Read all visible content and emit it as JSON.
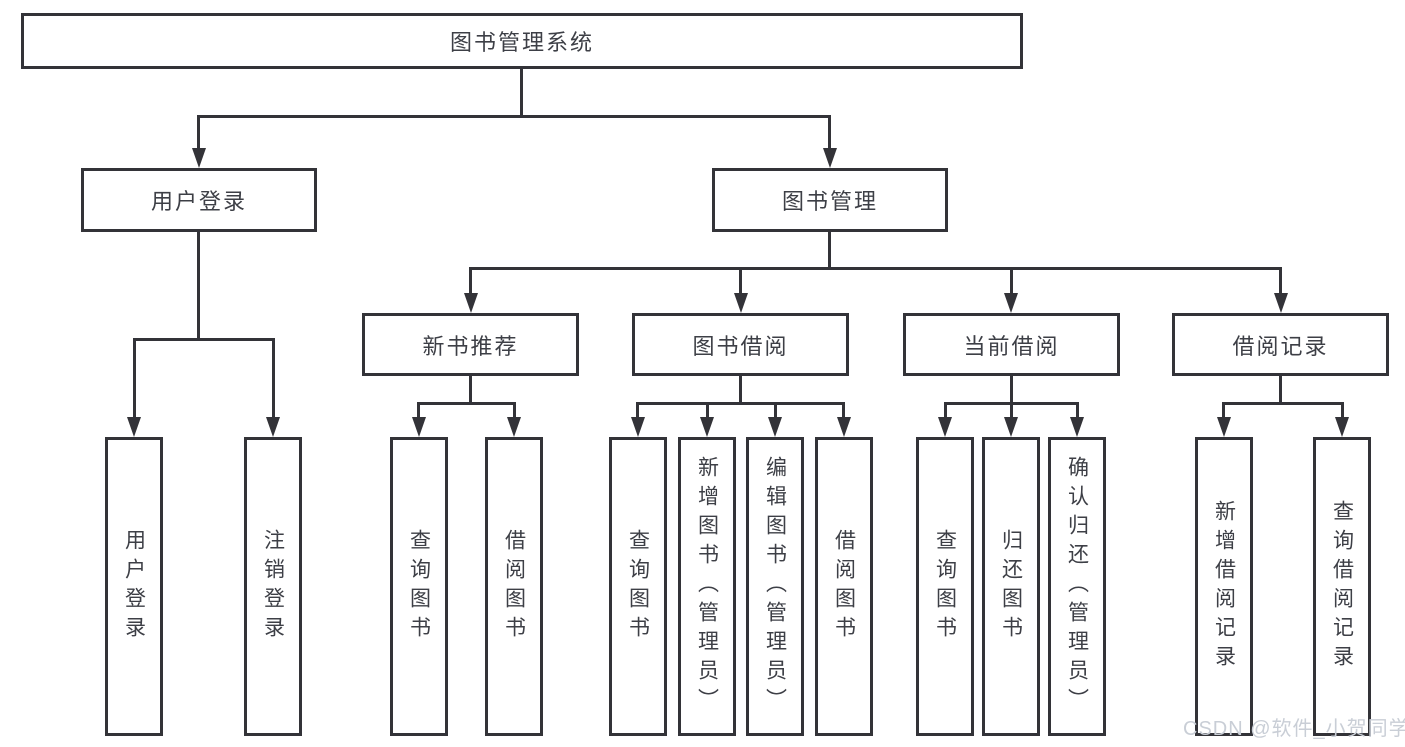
{
  "diagram": {
    "root": {
      "label": "图书管理系统"
    },
    "level2": {
      "user_login": {
        "label": "用户登录"
      },
      "book_management": {
        "label": "图书管理"
      }
    },
    "level3": {
      "new_book_rec": {
        "label": "新书推荐"
      },
      "book_borrow": {
        "label": "图书借阅"
      },
      "current_borrow": {
        "label": "当前借阅"
      },
      "borrow_records": {
        "label": "借阅记录"
      }
    },
    "leaves": {
      "user_login_login": "用户登录",
      "user_login_logout": "注销登录",
      "rec_query_books": "查询图书",
      "rec_borrow_books": "借阅图书",
      "borrow_query_books": "查询图书",
      "borrow_add_books": "新增图书（管理员）",
      "borrow_edit_books": "编辑图书（管理员）",
      "borrow_borrow_books": "借阅图书",
      "current_query_books": "查询图书",
      "current_return_books": "归还图书",
      "current_confirm_return": "确认归还（管理员）",
      "records_add_record": "新增借阅记录",
      "records_query_record": "查询借阅记录"
    }
  },
  "watermark": "CSDN @软件_小贺同学",
  "colors": {
    "line": "#333338",
    "text": "#3d3f46",
    "watermark": "#c9ced6",
    "background": "#ffffff"
  }
}
